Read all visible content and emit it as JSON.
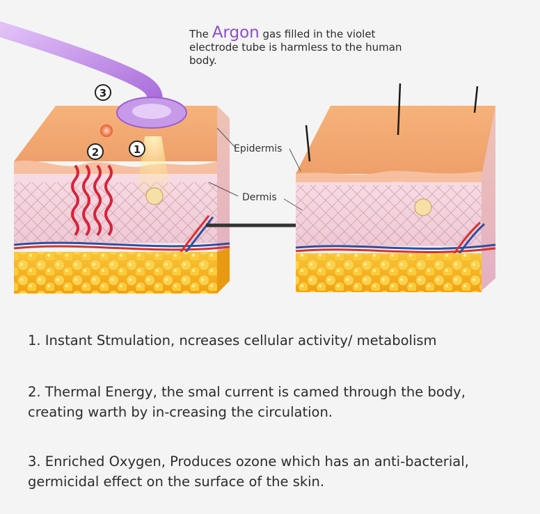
{
  "caption": {
    "before": "The",
    "highlight": "Argon",
    "after": "gas filled in the violet electrode tube is harmless to the human body."
  },
  "labels": {
    "epidermis": "Epidermis",
    "dermis": "Dermis"
  },
  "markers": {
    "m1": "1",
    "m2": "2",
    "m3": "3"
  },
  "points": [
    "1. Instant Stmulation, ncreases cellular activity/ metabolism",
    "2. Thermal Energy, the smal current is camed through the body, creating warth by in-creasing the circulation.",
    "3. Enriched Oxygen, Produces ozone which has an anti-bacterial, germicidal effect on the surface of the skin."
  ],
  "colors": {
    "background": "#f4f4f4",
    "argon_accent": "#8a4fc9",
    "skin_surface": "#f1a465",
    "dermis": "#f3d3dd",
    "fat": "#f5b51c",
    "heat_waves": "#d8233a",
    "electrode": "#b37ce0"
  }
}
